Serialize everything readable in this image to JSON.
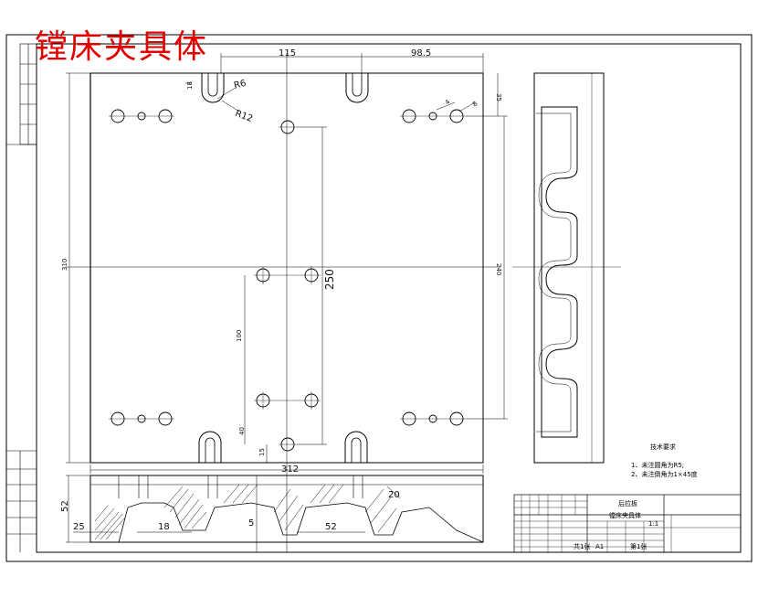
{
  "title": "镗床夹具体",
  "dimensions": {
    "top_left_width": "115",
    "top_right_width": "98.5",
    "slot_depth": "18",
    "slot_radius_small": "R6",
    "slot_radius_large": "R12",
    "hole_d1": "4",
    "hole_d2": "8",
    "top_offset": "35",
    "overall_height": "310",
    "center_span": "250",
    "side_height": "240",
    "inner_span": "100",
    "lower_offset": "40",
    "bottom_offset": "15",
    "overall_width": "312",
    "section_height": "52",
    "section_left": "25",
    "section_slot": "18",
    "section_depth": "5",
    "section_right": "52",
    "section_corner": "20"
  },
  "notes": {
    "heading": "技术要求",
    "item1": "1、未注圆角为R5;",
    "item2": "2、未注倒角为1×45度"
  },
  "title_block": {
    "school": "后拉板",
    "part": "镗床夹具体",
    "scale": "1:1",
    "sheet": "共1张",
    "sheet_no": "第1张",
    "qty": "A1"
  }
}
